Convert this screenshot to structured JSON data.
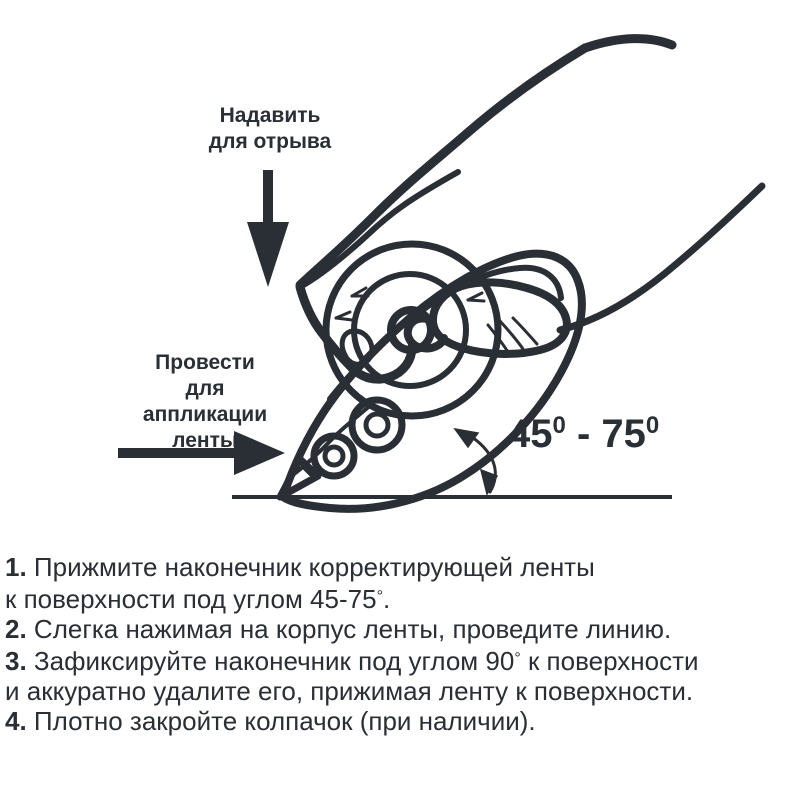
{
  "colors": {
    "ink": "#2a2e35",
    "background": "#ffffff"
  },
  "illustration": {
    "name": "correction-tape-in-hand-diagram",
    "callouts": [
      {
        "id": "press-to-tear",
        "label": "Надавить\nдля отрыва",
        "arrow": "down-arrow"
      },
      {
        "id": "draw-to-apply",
        "label": "Провести\nдля аппликации\nленты",
        "arrow": "right-arrow"
      }
    ],
    "angle": {
      "value_min": "45",
      "value_max": "75",
      "degree_glyph": "0",
      "separator": " - ",
      "full_text": "45⁰ - 75⁰"
    }
  },
  "instructions": {
    "items": [
      {
        "number": "1.",
        "lines": [
          "Прижмите наконечник корректирующей ленты",
          "к поверхности под углом 45-75°."
        ]
      },
      {
        "number": "2.",
        "lines": [
          "Слегка нажимая на корпус ленты, проведите линию."
        ]
      },
      {
        "number": "3.",
        "lines": [
          "Зафиксируйте наконечник под углом 90° к поверхности",
          "и аккуратно удалите его, прижимая ленту к поверхности."
        ]
      },
      {
        "number": "4.",
        "lines": [
          "Плотно закройте колпачок (при наличии)."
        ]
      }
    ]
  }
}
